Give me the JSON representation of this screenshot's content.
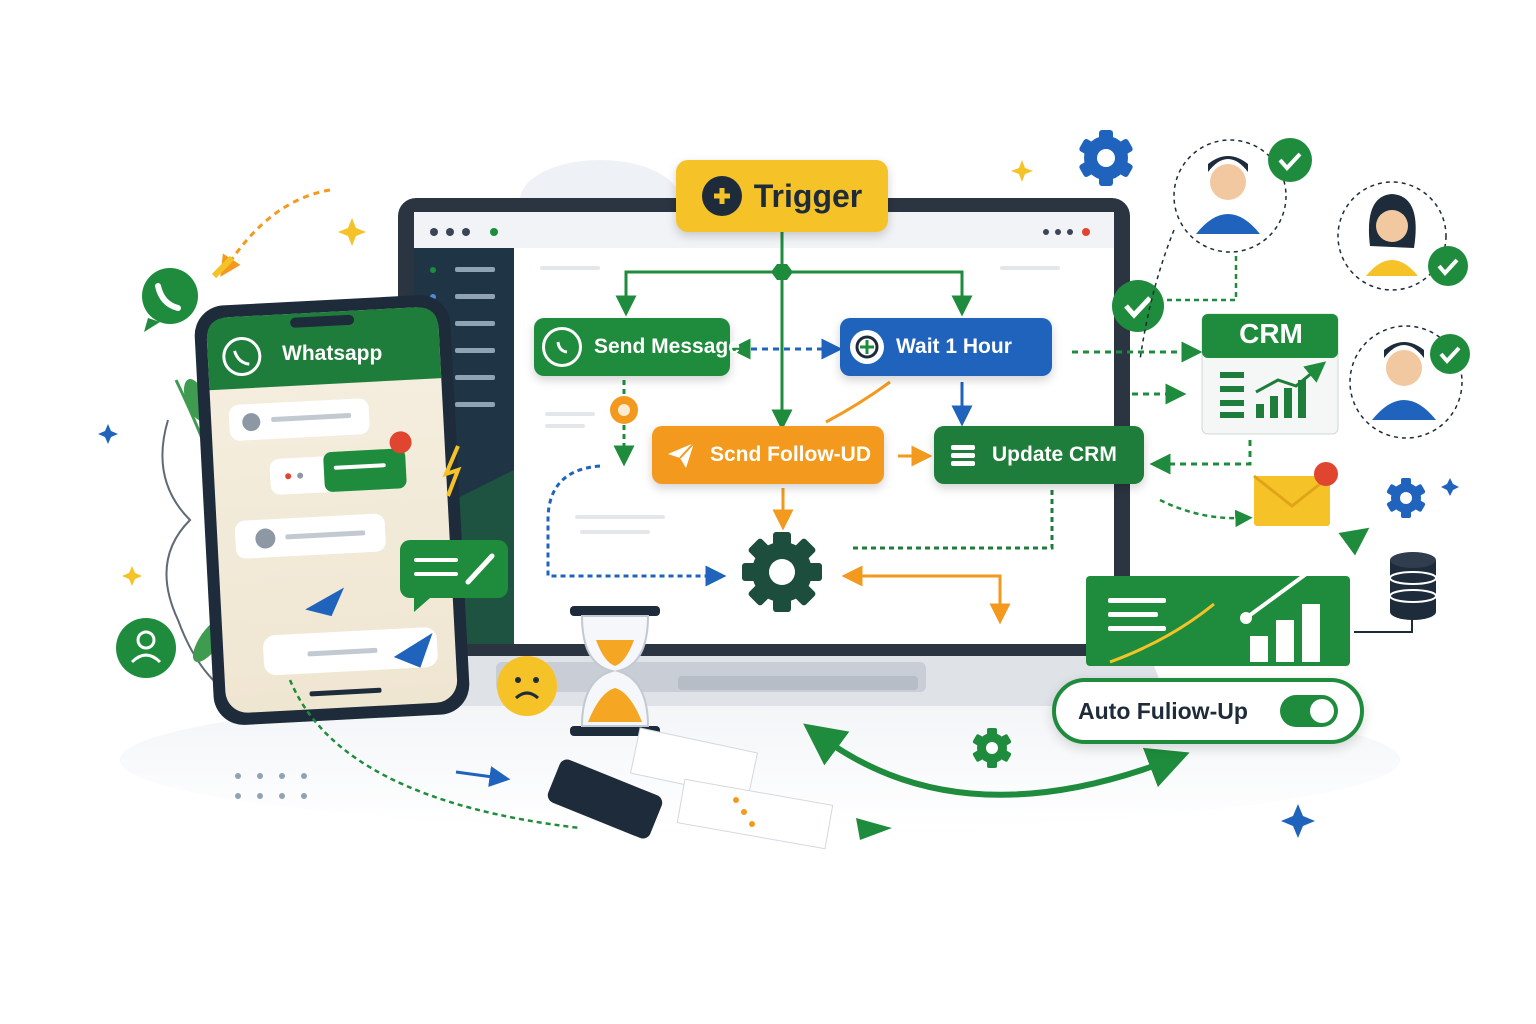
{
  "workflow": {
    "trigger": "Trigger",
    "send_message": "Send Message",
    "wait": "Wait 1 Hour",
    "follow_up": "Scnd Follow-UD",
    "update_crm": "Update CRM"
  },
  "phone": {
    "app_title": "Whatsapp"
  },
  "crm_card": {
    "title": "CRM"
  },
  "toggle": {
    "label": "Auto Fuliow-Up",
    "state": "on"
  },
  "colors": {
    "green": "#1e8c3c",
    "blue": "#1f63bd",
    "orange": "#f39a1e",
    "yellow": "#f5c227",
    "navy": "#1d2b3a"
  },
  "icons": [
    "whatsapp-icon",
    "gear-icon",
    "hourglass-icon",
    "envelope-icon",
    "database-icon",
    "user-avatar-icon",
    "check-icon",
    "paper-plane-icon",
    "phone-call-icon",
    "sparkle-icon"
  ]
}
